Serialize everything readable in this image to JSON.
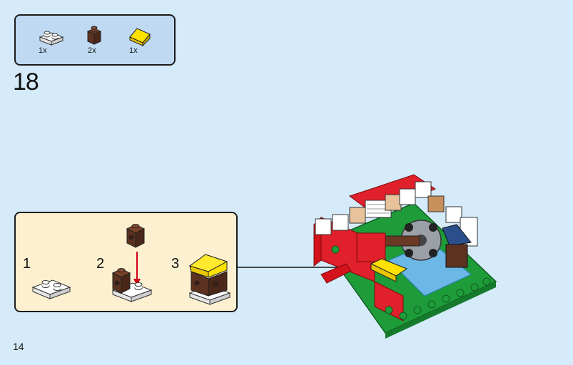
{
  "parts_list": {
    "items": [
      {
        "name": "white-plate-1x2-icon",
        "qty": "1x"
      },
      {
        "name": "brown-brick-1x1-icon",
        "qty": "2x"
      },
      {
        "name": "yellow-slope-icon",
        "qty": "1x"
      }
    ]
  },
  "step": {
    "number": "18"
  },
  "substeps": [
    {
      "number": "1"
    },
    {
      "number": "2"
    },
    {
      "number": "3"
    }
  ],
  "page": {
    "number": "14"
  },
  "colors": {
    "background": "#d5ebfa",
    "parts_box": "#bfd9f2",
    "substep_box": "#fcf0d0",
    "arrow_red": "#d0021b",
    "brick_brown": "#6b3a24",
    "brick_yellow": "#ffdd00",
    "brick_green": "#1f9c3a",
    "brick_red": "#d4121c",
    "water_blue": "#6bb7e6"
  }
}
